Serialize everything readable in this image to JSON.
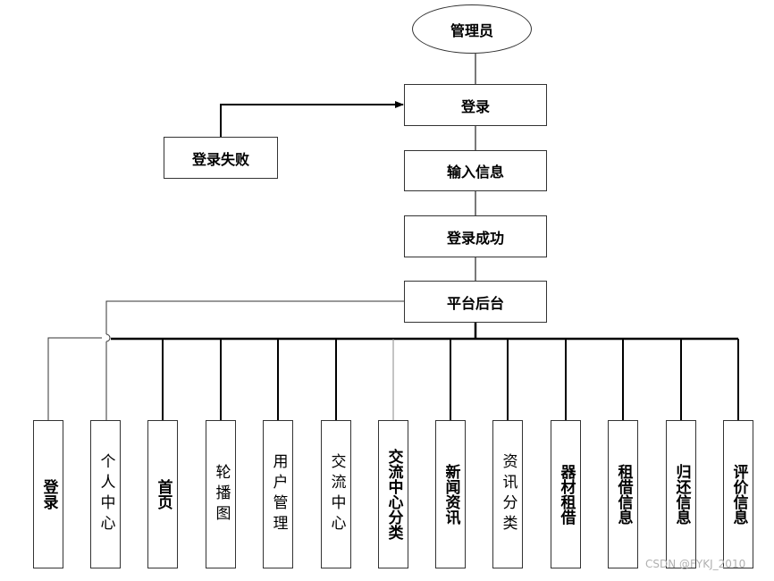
{
  "root": "管理员",
  "flow": {
    "login": "登录",
    "login_failed": "登录失败",
    "input_info": "输入信息",
    "login_success": "登录成功",
    "platform_backend": "平台后台"
  },
  "modules": [
    {
      "label": "登录"
    },
    {
      "label": "个人中心"
    },
    {
      "label": "首页"
    },
    {
      "label": "轮播图"
    },
    {
      "label": "用户管理"
    },
    {
      "label": "交流中心"
    },
    {
      "label": "交流中心分类"
    },
    {
      "label": "新闻资讯"
    },
    {
      "label": "资讯分类"
    },
    {
      "label": "器材租借"
    },
    {
      "label": "租借信息"
    },
    {
      "label": "归还信息"
    },
    {
      "label": "评价信息"
    }
  ],
  "watermark": "CSDN @FYKJ_2010"
}
